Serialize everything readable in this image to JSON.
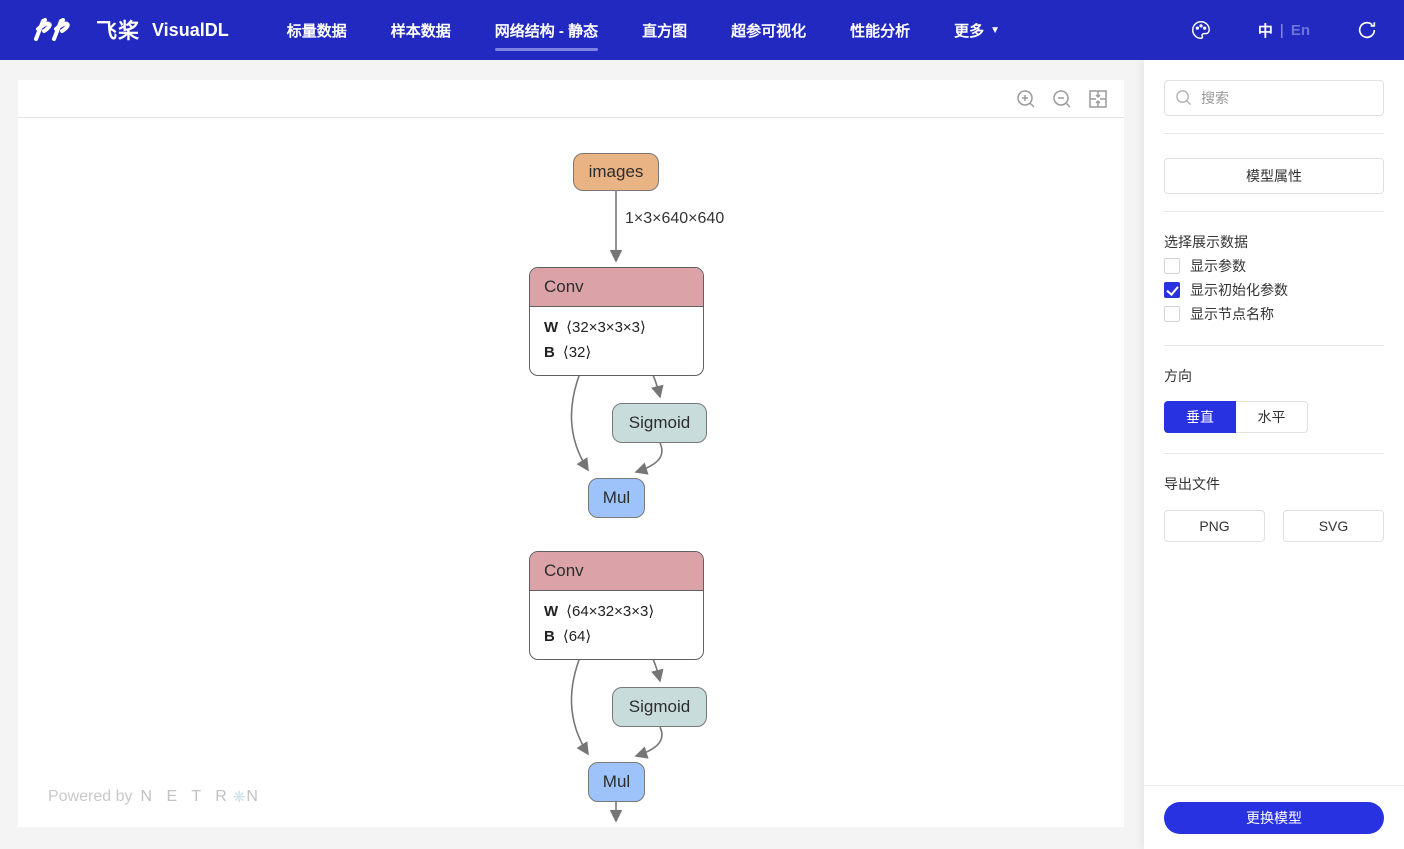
{
  "navbar": {
    "logo_cn": "飞桨",
    "logo_en": "VisualDL",
    "items": [
      {
        "label": "标量数据",
        "active": false
      },
      {
        "label": "样本数据",
        "active": false
      },
      {
        "label": "网络结构 - 静态",
        "active": true
      },
      {
        "label": "直方图",
        "active": false
      },
      {
        "label": "超参可视化",
        "active": false
      },
      {
        "label": "性能分析",
        "active": false
      },
      {
        "label": "更多",
        "active": false,
        "dropdown": true
      }
    ],
    "lang": {
      "zh": "中",
      "sep": "|",
      "en": "En"
    },
    "icons": [
      "theme-palette-icon",
      "refresh-icon"
    ]
  },
  "canvas": {
    "toolbar_icons": [
      "zoom-in-icon",
      "zoom-out-icon",
      "fit-screen-icon"
    ],
    "watermark": {
      "prefix": "Powered by",
      "brand_left": "N E T R",
      "brand_right": "N"
    }
  },
  "graph": {
    "edge_label": "1×3×640×640",
    "nodes": [
      {
        "id": "images",
        "label": "images",
        "kind": "input"
      },
      {
        "id": "conv1",
        "label": "Conv",
        "kind": "layer",
        "attrs": [
          {
            "name": "W",
            "value": "⟨32×3×3×3⟩"
          },
          {
            "name": "B",
            "value": "⟨32⟩"
          }
        ]
      },
      {
        "id": "sigmoid1",
        "label": "Sigmoid",
        "kind": "activation"
      },
      {
        "id": "mul1",
        "label": "Mul",
        "kind": "op"
      },
      {
        "id": "conv2",
        "label": "Conv",
        "kind": "layer",
        "attrs": [
          {
            "name": "W",
            "value": "⟨64×32×3×3⟩"
          },
          {
            "name": "B",
            "value": "⟨64⟩"
          }
        ]
      },
      {
        "id": "sigmoid2",
        "label": "Sigmoid",
        "kind": "activation"
      },
      {
        "id": "mul2",
        "label": "Mul",
        "kind": "op"
      }
    ],
    "edges": [
      "images->conv1",
      "conv1->sigmoid1",
      "conv1->mul1",
      "sigmoid1->mul1",
      "mul1->conv2",
      "conv2->sigmoid2",
      "conv2->mul2",
      "sigmoid2->mul2",
      "mul2->out"
    ]
  },
  "sidebar": {
    "search_placeholder": "搜索",
    "model_props_button": "模型属性",
    "display_section": {
      "title": "选择展示数据",
      "options": [
        {
          "label": "显示参数",
          "checked": false
        },
        {
          "label": "显示初始化参数",
          "checked": true
        },
        {
          "label": "显示节点名称",
          "checked": false
        }
      ]
    },
    "direction_section": {
      "title": "方向",
      "options": [
        {
          "label": "垂直",
          "active": true
        },
        {
          "label": "水平",
          "active": false
        }
      ]
    },
    "export_section": {
      "title": "导出文件",
      "buttons": [
        "PNG",
        "SVG"
      ]
    },
    "change_model_button": "更换模型"
  },
  "colors": {
    "navbar_bg": "#2129c0",
    "accent": "#2932e1",
    "node_images": "#eab383",
    "node_conv_header": "#dba3a8",
    "node_sigmoid": "#c9dcdc",
    "node_mul": "#9ec3fb",
    "edge": "#767676"
  }
}
